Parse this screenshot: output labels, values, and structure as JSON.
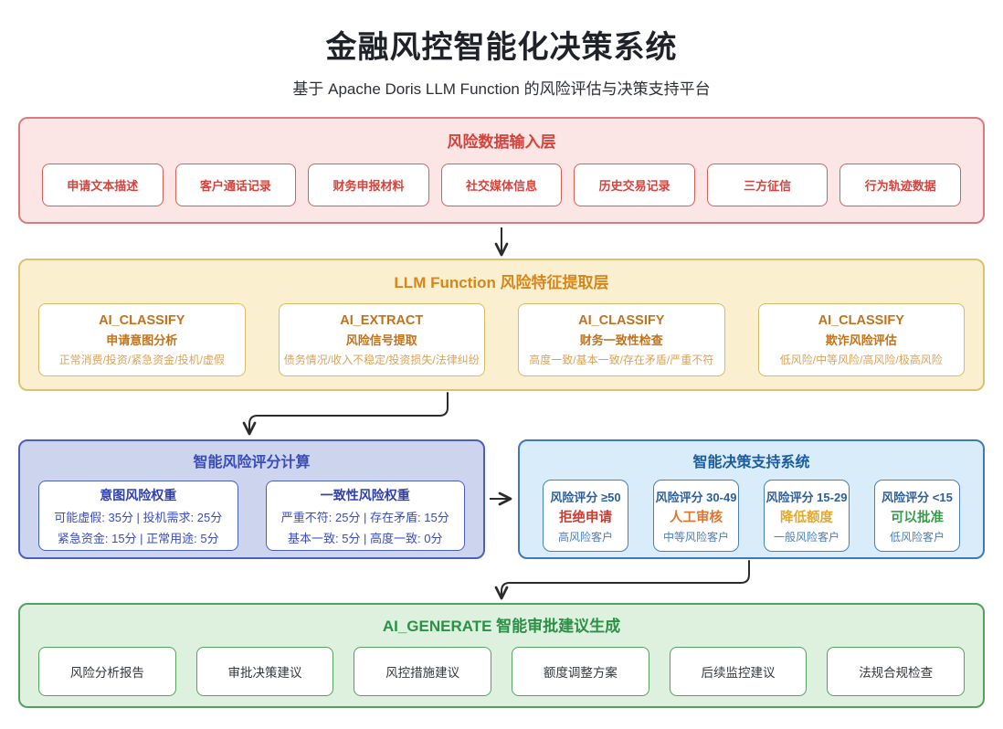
{
  "page": {
    "title": "金融风控智能化决策系统",
    "subtitle": "基于 Apache Doris LLM Function 的风险评估与决策支持平台"
  },
  "input_layer": {
    "title": "风险数据输入层",
    "items": [
      "申请文本描述",
      "客户通话记录",
      "财务申报材料",
      "社交媒体信息",
      "历史交易记录",
      "三方征信",
      "行为轨迹数据"
    ]
  },
  "llm_layer": {
    "title": "LLM Function 风险特征提取层",
    "functions": [
      {
        "name": "AI_CLASSIFY",
        "task": "申请意图分析",
        "outputs": "正常消费/投资/紧急资金/投机/虚假"
      },
      {
        "name": "AI_EXTRACT",
        "task": "风险信号提取",
        "outputs": "债务情况/收入不稳定/投资损失/法律纠纷"
      },
      {
        "name": "AI_CLASSIFY",
        "task": "财务一致性检查",
        "outputs": "高度一致/基本一致/存在矛盾/严重不符"
      },
      {
        "name": "AI_CLASSIFY",
        "task": "欺诈风险评估",
        "outputs": "低风险/中等风险/高风险/极高风险"
      }
    ]
  },
  "scoring": {
    "title": "智能风险评分计算",
    "weights": [
      {
        "title": "意图风险权重",
        "line1": "可能虚假: 35分 | 投机需求: 25分",
        "line2": "紧急资金: 15分 | 正常用途: 5分"
      },
      {
        "title": "一致性风险权重",
        "line1": "严重不符: 25分 | 存在矛盾: 15分",
        "line2": "基本一致: 5分 | 高度一致: 0分"
      }
    ]
  },
  "decision": {
    "title": "智能决策支持系统",
    "rules": [
      {
        "score": "风险评分 ≥50",
        "action": "拒绝申请",
        "segment": "高风险客户",
        "action_color": "#d23a2e"
      },
      {
        "score": "风险评分 30-49",
        "action": "人工审核",
        "segment": "中等风险客户",
        "action_color": "#e0762e"
      },
      {
        "score": "风险评分 15-29",
        "action": "降低额度",
        "segment": "一般风险客户",
        "action_color": "#e3a92e"
      },
      {
        "score": "风险评分 <15",
        "action": "可以批准",
        "segment": "低风险客户",
        "action_color": "#3a9a4c"
      }
    ]
  },
  "generate_layer": {
    "title": "AI_GENERATE 智能审批建议生成",
    "items": [
      "风险分析报告",
      "审批决策建议",
      "风控措施建议",
      "额度调整方案",
      "后续监控建议",
      "法规合规检查"
    ]
  },
  "colors": {
    "input_accent": "#d5433d",
    "llm_accent": "#c2721c",
    "scoring_accent": "#3a4cb8",
    "decision_accent": "#1c5c9e",
    "generate_accent": "#2c9147",
    "arrow": "#2b2b2b"
  }
}
